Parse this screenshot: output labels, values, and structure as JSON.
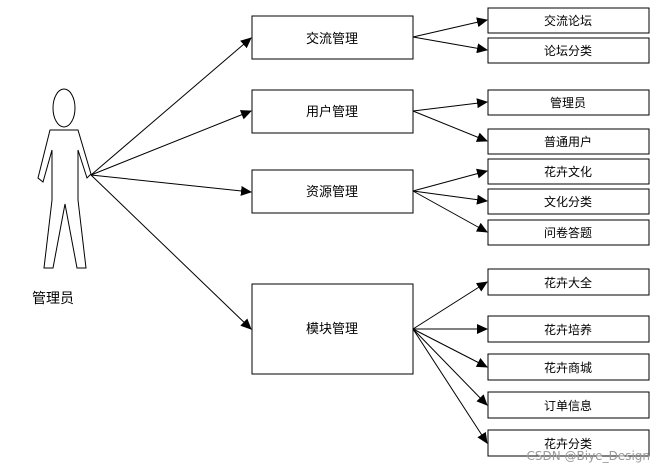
{
  "actor": {
    "label": "管理员"
  },
  "modules": [
    {
      "label": "交流管理",
      "children": [
        "交流论坛",
        "论坛分类"
      ]
    },
    {
      "label": "用户管理",
      "children": [
        "管理员",
        "普通用户"
      ]
    },
    {
      "label": "资源管理",
      "children": [
        "花卉文化",
        "文化分类",
        "问卷答题"
      ]
    },
    {
      "label": "模块管理",
      "children": [
        "花卉大全",
        "花卉培养",
        "花卉商城",
        "订单信息",
        "花卉分类"
      ]
    }
  ],
  "watermark": "CSDN @Biye_Design",
  "colors": {
    "stroke": "#000000",
    "fill": "#ffffff",
    "watermark": "#9a9a9a"
  }
}
